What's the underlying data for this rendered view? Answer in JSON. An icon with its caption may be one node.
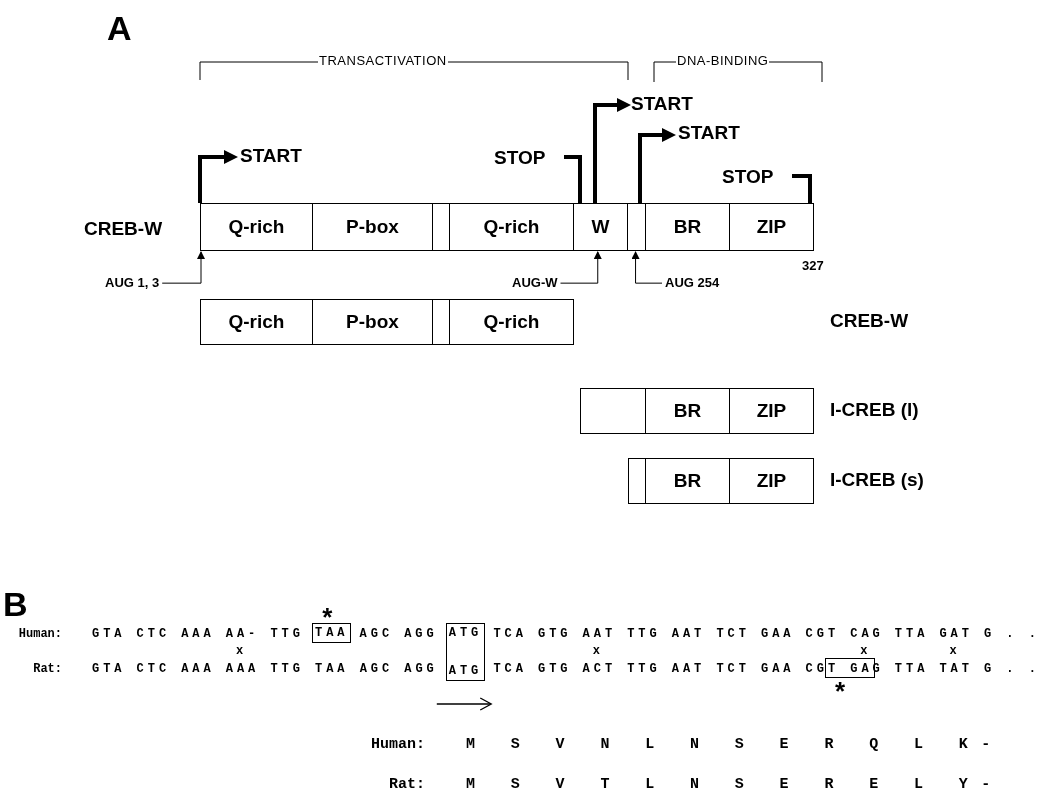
{
  "diagram": {
    "nodes": [
      {
        "text": [
          "Q-rich"
        ]
      },
      {
        "text": [
          "P-box"
        ]
      },
      {
        "text": [],
        "shape": "box"
      },
      {
        "text": [
          "Q-rich"
        ]
      },
      {
        "text": [
          "W"
        ]
      },
      {
        "text": [],
        "shape": "box"
      },
      {
        "text": [
          "BR"
        ]
      },
      {
        "text": [
          "ZIP"
        ]
      },
      {
        "text": [
          "AUG 1, 3"
        ]
      },
      {
        "text": [
          "AUG-W"
        ]
      },
      {
        "text": [
          "AUG 254"
        ]
      },
      {
        "text": [
          "Q-rich"
        ]
      },
      {
        "text": [
          "P-box"
        ]
      },
      {
        "text": [],
        "shape": "box"
      },
      {
        "text": [
          "Q-rich"
        ]
      },
      {
        "text": [],
        "shape": "box"
      },
      {
        "text": [
          "BR"
        ]
      },
      {
        "text": [
          "ZIP"
        ]
      },
      {
        "text": [],
        "shape": "box"
      },
      {
        "text": [
          "BR"
        ]
      },
      {
        "text": [
          "ZIP"
        ]
      },
      {
        "text": [
          "TAA"
        ],
        "beside": [
          "*"
        ]
      },
      {
        "text": [
          "ATG",
          "ATG"
        ]
      },
      {
        "text": [],
        "shape": "box",
        "beside": [
          "*"
        ]
      }
    ],
    "edges": [
      {
        "from": 8,
        "to": 0,
        "arrow": "to"
      },
      {
        "from": 9,
        "to": 4,
        "arrow": "to"
      },
      {
        "from": 10,
        "to": 5,
        "arrow": "to"
      }
    ],
    "labels": [
      "A",
      "TRANSACTIVATION",
      "DNA-BINDING",
      "START",
      "START",
      "START",
      "STOP",
      "STOP",
      "CREB-W",
      "327",
      "CREB-W",
      "I-CREB (l)",
      "I-CREB (s)",
      "B",
      "Human:",
      "GTA CTC AAA AA- TTG",
      "AGC AGG",
      "TCA GTG AAT TTG AAT TCT GAA CGT CAG TTA GAT G . .",
      "x",
      "x",
      "x",
      "x",
      "Rat:",
      "GTA CTC AAA AAA TTG TAA AGC AGG",
      "TCA GTG ACT TTG AAT TCT GAA CGT GAG TTA TAT G . .",
      "Human:",
      "M S V N L N S E R Q L K-",
      "Rat:",
      "M S V T L N S E R E L Y-"
    ]
  }
}
